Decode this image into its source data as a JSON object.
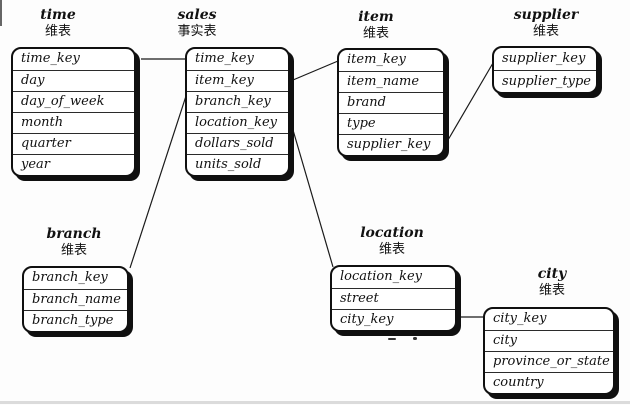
{
  "diagram": {
    "kind": "snowflake-schema",
    "tables": [
      {
        "name": "time",
        "type_label": "维表",
        "fields": [
          "time_key",
          "day",
          "day_of_week",
          "month",
          "quarter",
          "year"
        ]
      },
      {
        "name": "sales",
        "type_label": "事实表",
        "fields": [
          "time_key",
          "item_key",
          "branch_key",
          "location_key",
          "dollars_sold",
          "units_sold"
        ]
      },
      {
        "name": "item",
        "type_label": "维表",
        "fields": [
          "item_key",
          "item_name",
          "brand",
          "type",
          "supplier_key"
        ]
      },
      {
        "name": "supplier",
        "type_label": "维表",
        "fields": [
          "supplier_key",
          "supplier_type"
        ]
      },
      {
        "name": "branch",
        "type_label": "维表",
        "fields": [
          "branch_key",
          "branch_name",
          "branch_type"
        ]
      },
      {
        "name": "location",
        "type_label": "维表",
        "fields": [
          "location_key",
          "street",
          "city_key"
        ]
      },
      {
        "name": "city",
        "type_label": "维表",
        "fields": [
          "city_key",
          "city",
          "province_or_state",
          "country"
        ]
      }
    ],
    "relations": [
      {
        "from": "sales.time_key",
        "to": "time.time_key"
      },
      {
        "from": "sales.item_key",
        "to": "item.item_key"
      },
      {
        "from": "sales.branch_key",
        "to": "branch.branch_key"
      },
      {
        "from": "sales.location_key",
        "to": "location.location_key"
      },
      {
        "from": "item.supplier_key",
        "to": "supplier.supplier_key"
      },
      {
        "from": "location.city_key",
        "to": "city.city_key"
      }
    ]
  },
  "colors": {
    "background": "#ffffff",
    "table_fill": "#ffffff",
    "table_border": "#101010",
    "shadow": "#101010",
    "line": "#1a1a1a",
    "text": "#111111"
  }
}
